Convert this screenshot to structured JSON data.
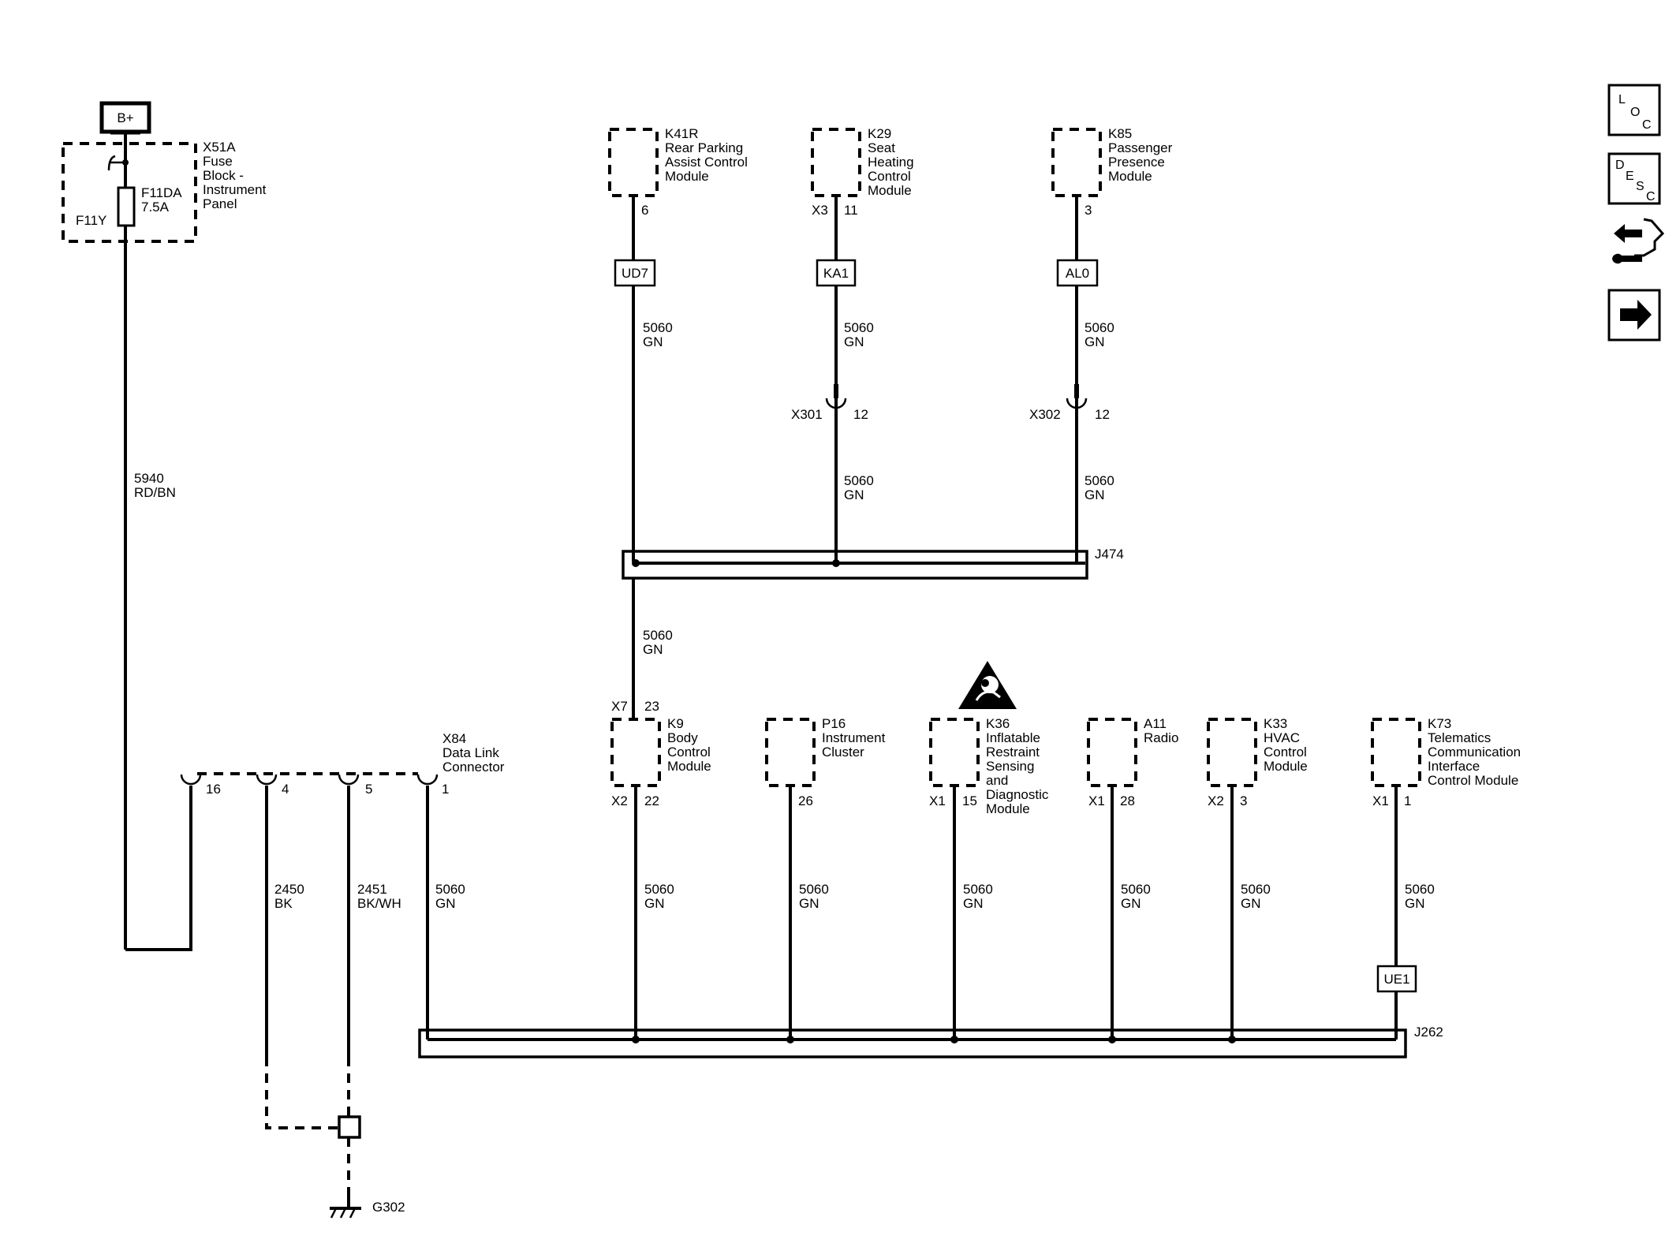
{
  "power": {
    "label": "B+"
  },
  "fuse_block": {
    "id": "X51A",
    "name_lines": [
      "Fuse",
      "Block -",
      "Instrument",
      "Panel"
    ],
    "fuse_id": "F11DA",
    "fuse_rating": "7.5A",
    "fuse_pin": "F11Y"
  },
  "wires": {
    "power_wire": {
      "circuit": "5940",
      "color": "RD/BN"
    },
    "can": {
      "circuit": "5060",
      "color": "GN"
    },
    "ground_4": {
      "circuit": "2450",
      "color": "BK"
    },
    "ground_5": {
      "circuit": "2451",
      "color": "BK/WH"
    }
  },
  "top_modules": [
    {
      "id": "K41R",
      "name_lines": [
        "Rear Parking",
        "Assist Control",
        "Module"
      ],
      "connector": "",
      "pin": "6",
      "inline": "UD7"
    },
    {
      "id": "K29",
      "name_lines": [
        "Seat",
        "Heating",
        "Control",
        "Module"
      ],
      "connector": "X3",
      "pin": "11",
      "inline": "KA1"
    },
    {
      "id": "K85",
      "name_lines": [
        "Passenger",
        "Presence",
        "Module"
      ],
      "connector": "",
      "pin": "3",
      "inline": "AL0"
    }
  ],
  "inline_connectors": [
    {
      "id": "X301",
      "pin": "12"
    },
    {
      "id": "X302",
      "pin": "12"
    }
  ],
  "splices": {
    "upper": "J474",
    "lower": "J262"
  },
  "body_control_upper": {
    "connector": "X7",
    "pin": "23"
  },
  "bottom_modules": [
    {
      "id": "K9",
      "name_lines": [
        "Body",
        "Control",
        "Module"
      ],
      "connector": "X2",
      "pin": "22"
    },
    {
      "id": "P16",
      "name_lines": [
        "Instrument",
        "Cluster"
      ],
      "connector": "",
      "pin": "26"
    },
    {
      "id": "K36",
      "name_lines": [
        "Inflatable",
        "Restraint",
        "Sensing",
        "and",
        "Diagnostic",
        "Module"
      ],
      "connector": "X1",
      "pin": "15"
    },
    {
      "id": "A11",
      "name_lines": [
        "Radio"
      ],
      "connector": "X1",
      "pin": "28"
    },
    {
      "id": "K33",
      "name_lines": [
        "HVAC",
        "Control",
        "Module"
      ],
      "connector": "X2",
      "pin": "3"
    },
    {
      "id": "K73",
      "name_lines": [
        "Telematics",
        "Communication",
        "Interface",
        "Control Module"
      ],
      "connector": "X1",
      "pin": "1"
    }
  ],
  "telematics_inline": "UE1",
  "dlc": {
    "id": "X84",
    "name_lines": [
      "Data Link",
      "Connector"
    ],
    "pins": [
      "16",
      "4",
      "5",
      "1"
    ]
  },
  "ground": {
    "id": "G302"
  },
  "nav_buttons": [
    {
      "name": "loc-button",
      "letters": [
        "L",
        "O",
        "C"
      ]
    },
    {
      "name": "desc-button",
      "letters": [
        "D",
        "E",
        "S",
        "C"
      ]
    }
  ],
  "icons": [
    "airbag-warning-icon",
    "connector-repair-icon",
    "next-arrow-icon"
  ]
}
